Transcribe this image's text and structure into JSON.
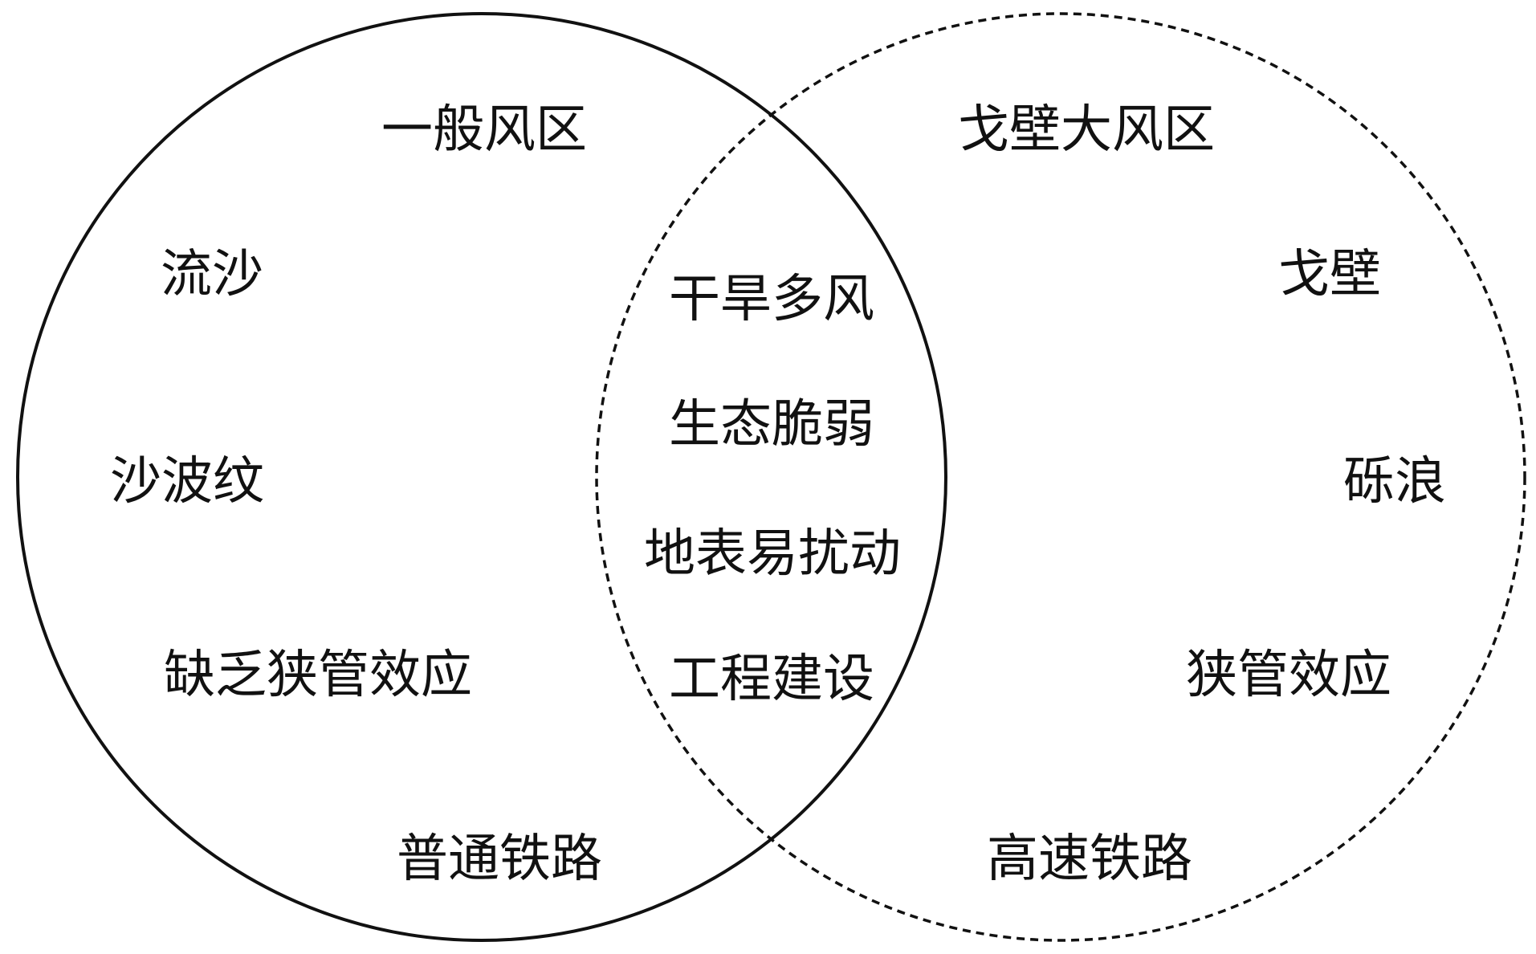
{
  "diagram": {
    "type": "venn",
    "left_set": {
      "border": "solid",
      "items": [
        "一般风区",
        "流沙",
        "沙波纹",
        "缺乏狭管效应",
        "普通铁路"
      ]
    },
    "intersection": {
      "items": [
        "干旱多风",
        "生态脆弱",
        "地表易扰动",
        "工程建设"
      ]
    },
    "right_set": {
      "border": "dashed",
      "items": [
        "戈壁大风区",
        "戈壁",
        "砾浪",
        "狭管效应",
        "高速铁路"
      ]
    },
    "colors": {
      "stroke": "#111111",
      "text": "#111111",
      "background": "#ffffff"
    }
  }
}
